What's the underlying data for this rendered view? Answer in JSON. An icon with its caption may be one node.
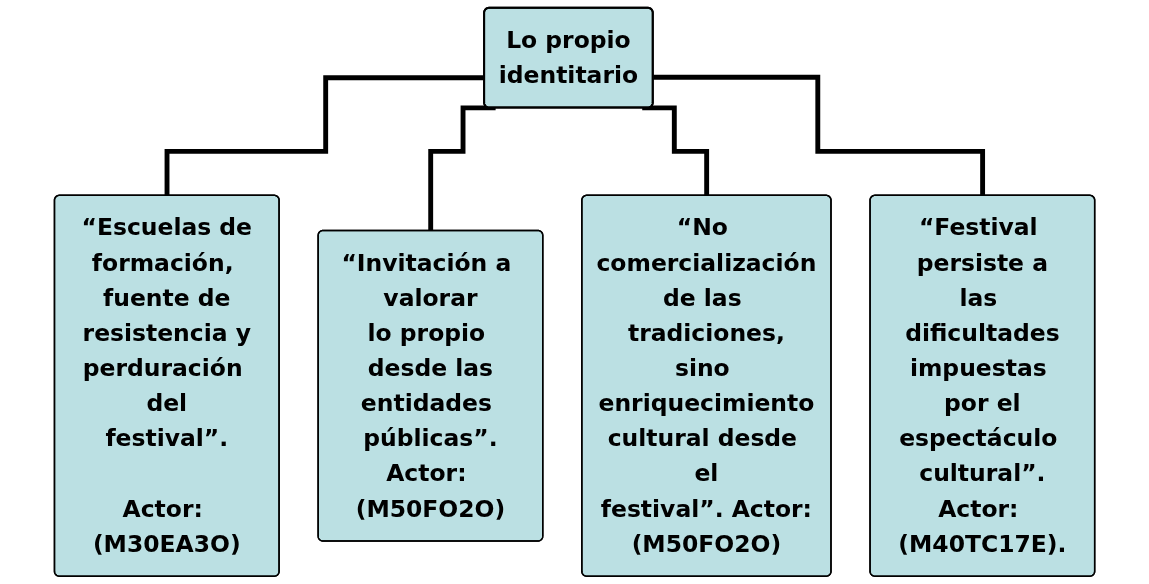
{
  "diagram": {
    "nodes": [
      {
        "text": [
          "Lo propio identitario"
        ]
      },
      {
        "text": [
          "“Escuelas de formación, fuente de resistencia y perduración del festival”.",
          "Actor: (M30EA3O)"
        ]
      },
      {
        "text": [
          "“Invitación a valorar lo propio desde las entidades públicas”. Actor: (M50FO2O)"
        ]
      },
      {
        "text": [
          "“No comercialización de las tradiciones, sino enriquecimiento cultural desde el festival”. Actor: (M50FO2O)"
        ]
      },
      {
        "text": [
          "“Festival persiste a las dificultades impuestas por el espectáculo cultural”. Actor: **(M40TC17E).**"
        ]
      }
    ],
    "edges": [
      {
        "from": 0,
        "to": 1,
        "arrow": "none"
      },
      {
        "from": 0,
        "to": 2,
        "arrow": "none"
      },
      {
        "from": 0,
        "to": 3,
        "arrow": "none"
      },
      {
        "from": 0,
        "to": 4,
        "arrow": "none"
      }
    ]
  }
}
